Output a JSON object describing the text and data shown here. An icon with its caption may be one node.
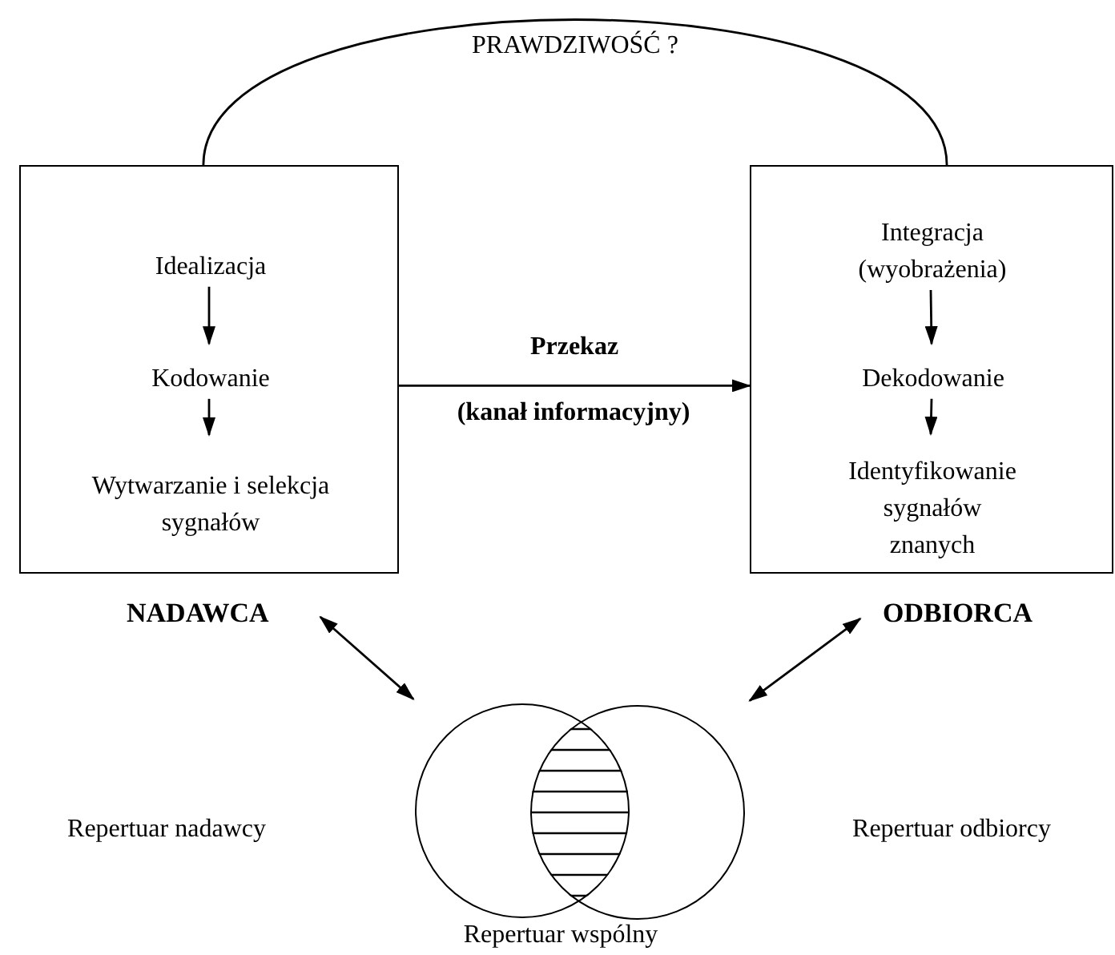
{
  "diagram": {
    "nodes": [
      {
        "text": [
          "NADAWCA"
        ]
      },
      {
        "text": [
          "Idealizacja"
        ],
        "in": 0
      },
      {
        "text": [
          "Kodowanie"
        ],
        "in": 0
      },
      {
        "text": [
          "Wytwarzanie i selekcja sygnałów"
        ],
        "in": 0
      },
      {
        "text": [
          "ODBIORCA"
        ]
      },
      {
        "text": [
          "Integracja (wyobrażenia)"
        ],
        "in": 4
      },
      {
        "text": [
          "Dekodowanie"
        ],
        "in": 4
      },
      {
        "text": [
          "Identyfikowanie sygnałów znanych"
        ],
        "in": 4
      },
      {
        "text": [],
        "shape": "circle"
      },
      {
        "text": [],
        "shape": "circle"
      }
    ],
    "edges": [
      {
        "from": 0,
        "to": 4,
        "arrow": "none",
        "label": "PRAWDZIWOŚĆ ?"
      },
      {
        "from": 0,
        "to": 4,
        "arrow": "to",
        "label": "Przekaz"
      },
      {
        "from": 1,
        "to": 2,
        "arrow": "to"
      },
      {
        "from": 2,
        "to": 3,
        "arrow": "to"
      },
      {
        "from": 5,
        "to": 6,
        "arrow": "to"
      },
      {
        "from": 6,
        "to": 7,
        "arrow": "to"
      },
      {
        "from": 0,
        "to": 8,
        "arrow": "both"
      },
      {
        "from": 4,
        "to": 9,
        "arrow": "both"
      }
    ],
    "labels": [
      "(kanał informacyjny)",
      "Repertuar nadawcy",
      "Repertuar odbiorcy",
      "Repertuar wspólny"
    ]
  }
}
